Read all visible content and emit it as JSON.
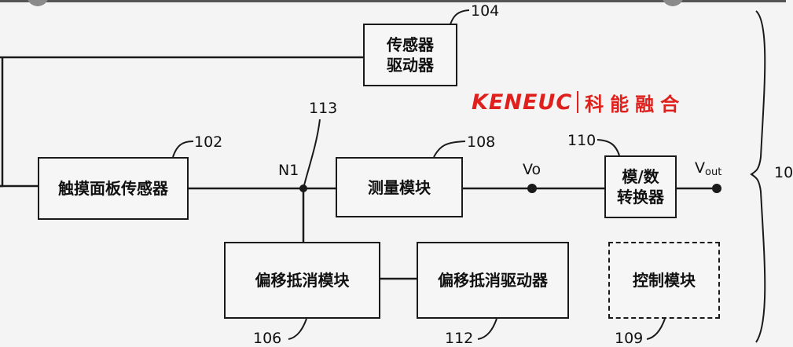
{
  "brand": {
    "name": "KENEUC",
    "chinese": "科能融合",
    "color": "#e0201c"
  },
  "blocks": {
    "sensor_driver": {
      "label": "传感器\n驱动器",
      "ref": "104"
    },
    "touch_panel_sensor": {
      "label": "触摸面板传感器",
      "ref": "102"
    },
    "measurement_module": {
      "label": "测量模块",
      "ref": "108"
    },
    "ad_converter": {
      "label": "模/数\n转换器",
      "ref": "110"
    },
    "offset_cancel_module": {
      "label": "偏移抵消模块",
      "ref": "106"
    },
    "offset_cancel_driver": {
      "label": "偏移抵消驱动器",
      "ref": "112"
    },
    "control_module": {
      "label": "控制模块",
      "ref": "109"
    }
  },
  "nodes": {
    "n1": {
      "label": "N1",
      "ref": "113"
    },
    "vo": {
      "label": "Vo"
    },
    "vout": {
      "label": "V",
      "sub": "out"
    }
  },
  "system_ref": "10"
}
